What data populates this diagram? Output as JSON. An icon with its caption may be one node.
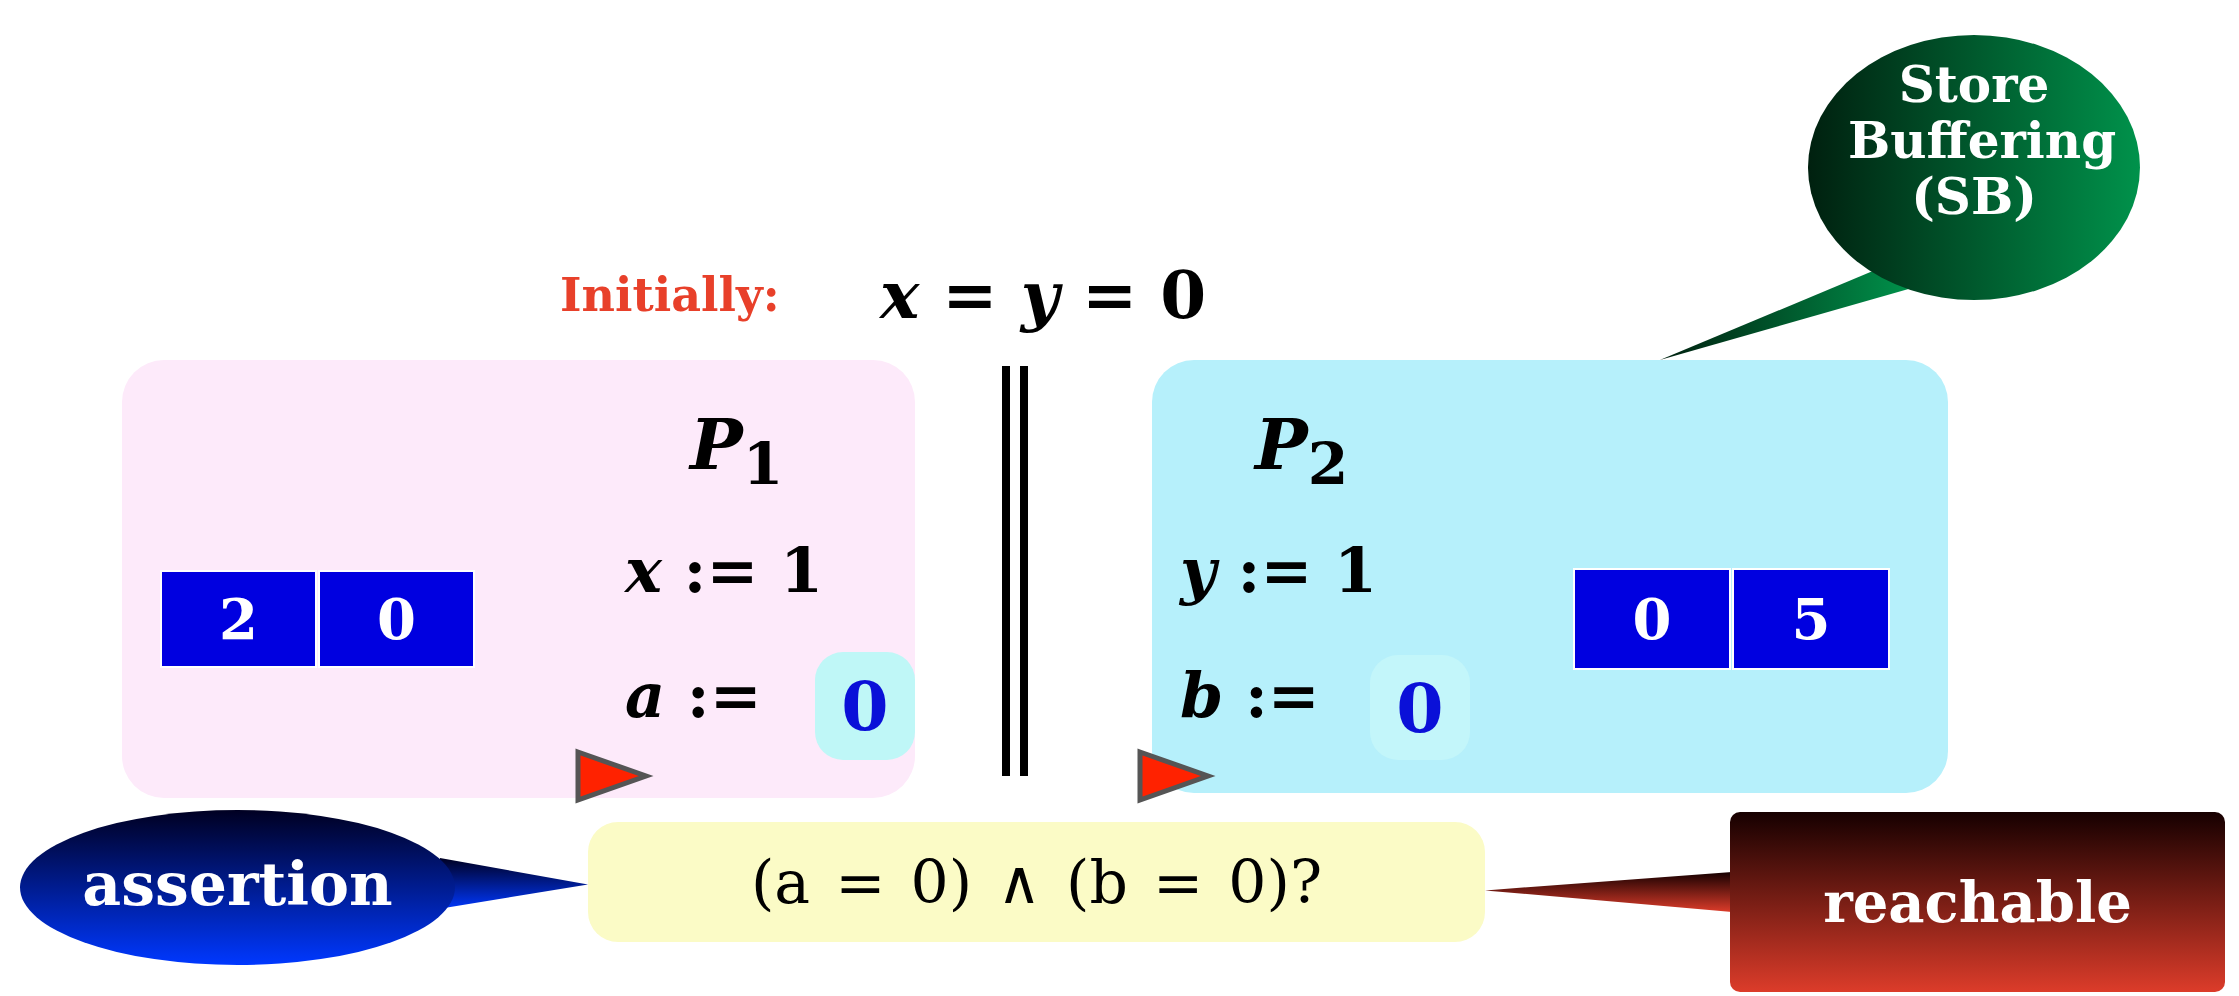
{
  "diagram": {
    "nodes": [
      {
        "text": [
          "*P*$_{1}$",
          "*x* := 1",
          "*a* :="
        ]
      },
      {
        "text": [
          "2"
        ],
        "in": 0
      },
      {
        "text": [
          "0"
        ],
        "in": 0
      },
      {
        "text": [
          "0"
        ],
        "in": 0
      },
      {
        "text": [
          "*P*$_{2}$",
          "*y* := 1",
          "*b* :="
        ]
      },
      {
        "text": [
          "0"
        ],
        "in": 4
      },
      {
        "text": [
          "0"
        ],
        "in": 4
      },
      {
        "text": [
          "5"
        ],
        "in": 4
      },
      {
        "text": [
          "Store Buffering (SB)"
        ]
      },
      {
        "text": [
          "assertion"
        ]
      },
      {
        "text": [
          "(a = 0) ∧ (b = 0)?"
        ]
      },
      {
        "text": [
          "reachable"
        ]
      }
    ],
    "edges": [
      {
        "from": 8,
        "to": 4,
        "arrow": "none"
      },
      {
        "from": 9,
        "to": 10,
        "arrow": "none"
      },
      {
        "from": 11,
        "to": 10,
        "arrow": "none"
      }
    ],
    "labels": [
      "Initially:",
      "*x* = *y* = 0"
    ]
  }
}
